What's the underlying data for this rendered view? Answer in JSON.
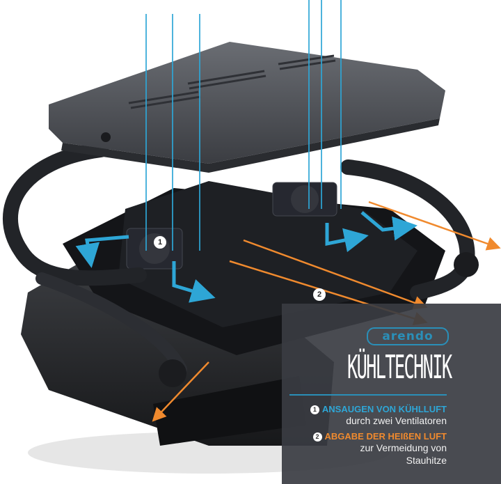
{
  "brand": {
    "logo_text": "arendo"
  },
  "title": "KÜHLTECHNIK",
  "colors": {
    "intake": "#2ea6d6",
    "exhaust": "#f08a2e",
    "panel": "#3a3c42"
  },
  "features": [
    {
      "number": "1",
      "heading": "ANSAUGEN VON KÜHLLUFT",
      "detail": "durch zwei Ventilatoren"
    },
    {
      "number": "2",
      "heading": "ABGABE DER HEIßEN LUFT",
      "detail": "zur Vermeidung von Stauhitze"
    }
  ],
  "diagram_markers": [
    "1",
    "2"
  ]
}
